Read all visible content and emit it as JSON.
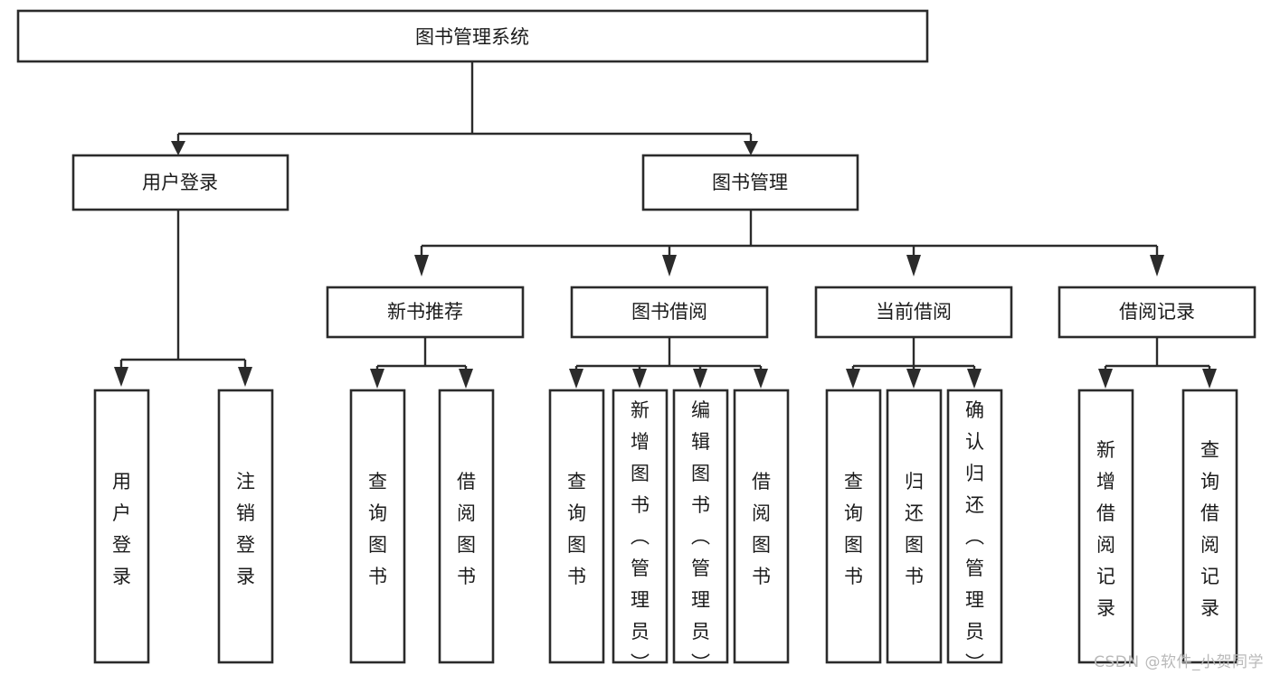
{
  "diagram": {
    "title": "图书管理系统",
    "type": "tree-hierarchy-diagram",
    "colors": {
      "stroke": "#2b2b2b",
      "fill": "#ffffff",
      "text": "#1b1b1b",
      "watermark": "#b9b9b9"
    },
    "root": {
      "label": "图书管理系统"
    },
    "level2": [
      {
        "label": "用户登录"
      },
      {
        "label": "图书管理"
      }
    ],
    "level3": [
      {
        "label": "新书推荐"
      },
      {
        "label": "图书借阅"
      },
      {
        "label": "当前借阅"
      },
      {
        "label": "借阅记录"
      }
    ],
    "leaves": {
      "user_login": [
        {
          "label": "用户登录"
        },
        {
          "label": "注销登录"
        }
      ],
      "new_book_recommend": [
        {
          "label": "查询图书"
        },
        {
          "label": "借阅图书"
        }
      ],
      "book_borrow": [
        {
          "label": "查询图书"
        },
        {
          "label": "新增图书（管理员）"
        },
        {
          "label": "编辑图书（管理员）"
        },
        {
          "label": "借阅图书"
        }
      ],
      "current_borrow": [
        {
          "label": "查询图书"
        },
        {
          "label": "归还图书"
        },
        {
          "label": "确认归还（管理员）"
        }
      ],
      "borrow_record": [
        {
          "label": "新增借阅记录"
        },
        {
          "label": "查询借阅记录"
        }
      ]
    }
  },
  "watermark": {
    "text": "CSDN @软件_小贺同学"
  }
}
